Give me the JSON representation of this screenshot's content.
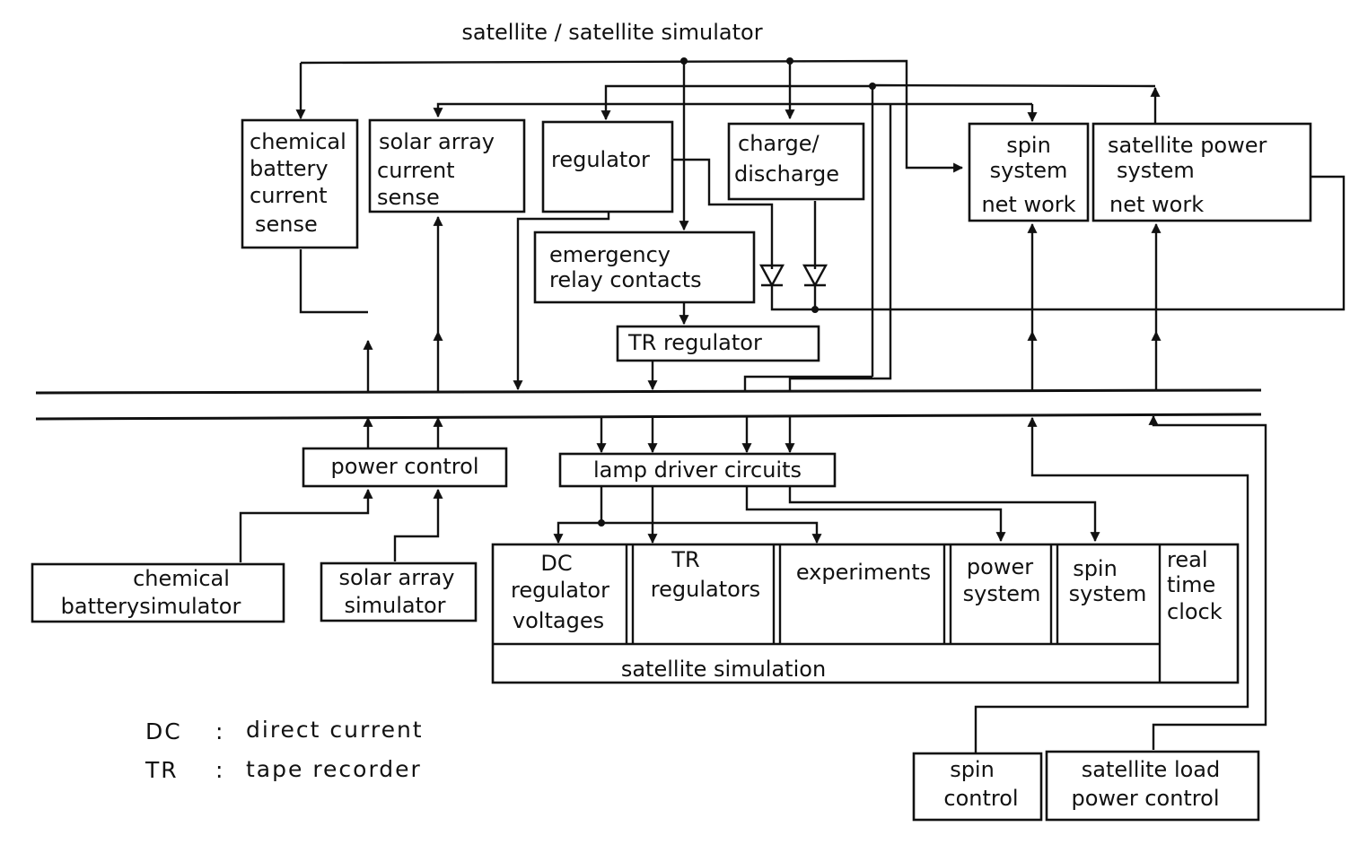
{
  "title": "satellite / satellite simulator",
  "blocks": {
    "chemical_battery_current_sense": [
      "chemical",
      "battery",
      "current",
      "sense"
    ],
    "solar_array_current_sense": [
      "solar array",
      "current",
      "sense"
    ],
    "regulator": [
      "regulator"
    ],
    "charge_discharge": [
      "charge/",
      "discharge"
    ],
    "emergency_relay_contacts": [
      "emergency",
      "relay contacts"
    ],
    "tr_regulator": [
      "TR regulator"
    ],
    "spin_system_network": [
      "spin",
      "system",
      "net work"
    ],
    "satellite_power_system_network": [
      "satellite power",
      "system",
      "net work"
    ],
    "power_control": [
      "power control"
    ],
    "lamp_driver_circuits": [
      "lamp driver circuits"
    ],
    "chemical_battery_simulator": [
      "chemical",
      "batterysimulator"
    ],
    "solar_array_simulator": [
      "solar array",
      "simulator"
    ],
    "dc_regulator_voltages": [
      "DC",
      "regulator",
      "voltages"
    ],
    "tr_regulators": [
      "TR",
      "regulators"
    ],
    "experiments": [
      "experiments"
    ],
    "power_system": [
      "power",
      "system"
    ],
    "spin_system": [
      "spin",
      "system"
    ],
    "real_time_clock": [
      "real",
      "time",
      "clock"
    ],
    "satellite_simulation": [
      "satellite simulation"
    ],
    "spin_control": [
      "spin",
      "control"
    ],
    "satellite_load_power_control": [
      "satellite load",
      "power control"
    ]
  },
  "legend": [
    {
      "abbr": "DC",
      "sep": ":",
      "meaning": "direct current"
    },
    {
      "abbr": "TR",
      "sep": ":",
      "meaning": "tape recorder"
    }
  ]
}
